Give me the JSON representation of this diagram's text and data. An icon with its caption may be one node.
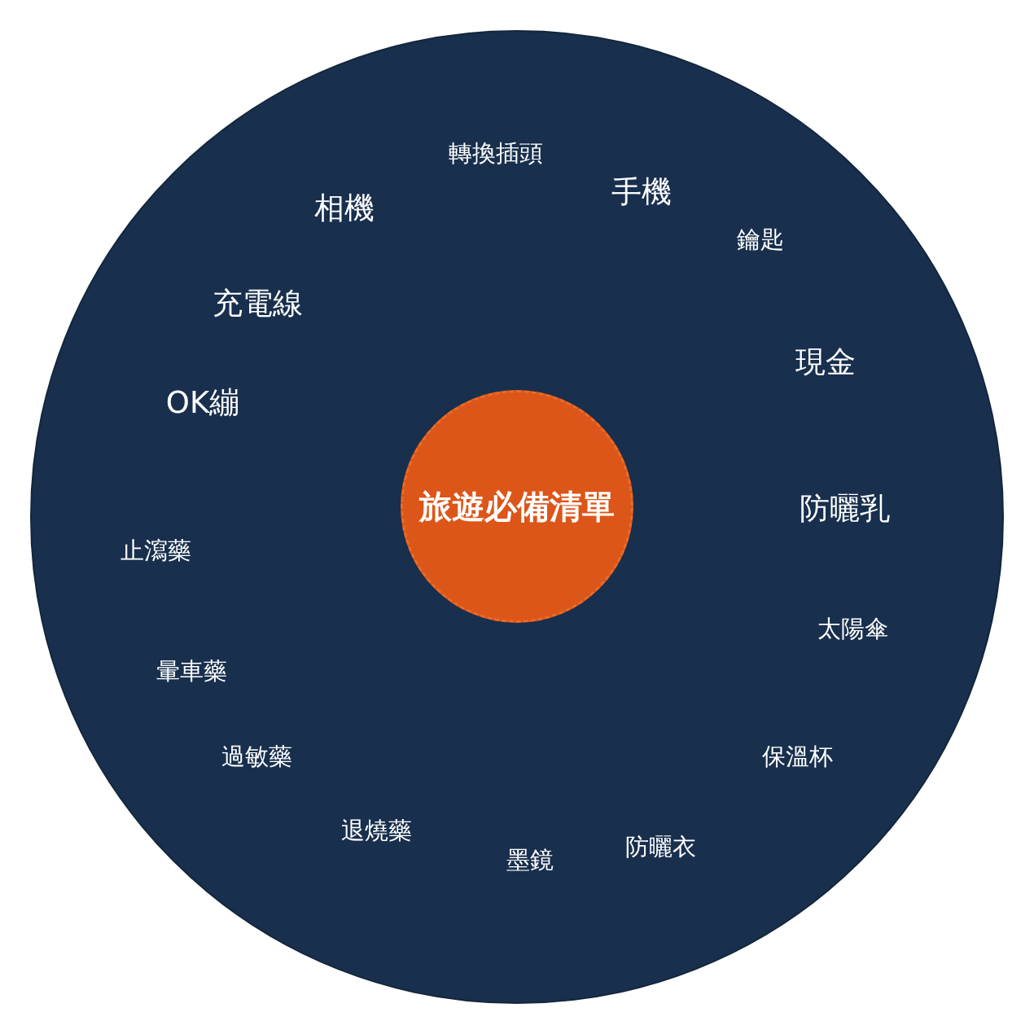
{
  "diagram": {
    "nodes": [
      {
        "text": [
          "轉換插頭",
          "相機",
          "手機",
          "鑰匙",
          "充電線",
          "現金",
          "OK繃",
          "防曬乳",
          "止瀉藥",
          "太陽傘",
          "暈車藥",
          "過敏藥",
          "保溫杯",
          "退燒藥",
          "防曬衣",
          "墨鏡"
        ]
      },
      {
        "text": [
          "旅遊必備清單"
        ],
        "in": 0
      }
    ]
  }
}
